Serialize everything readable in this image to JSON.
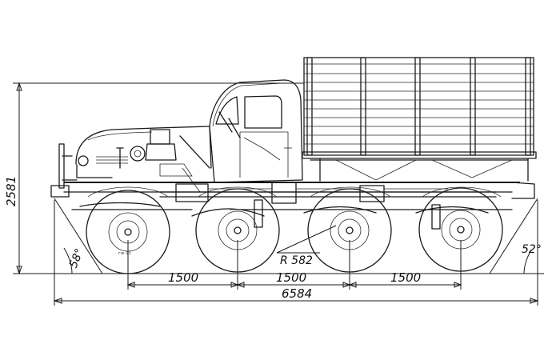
{
  "dimensions": {
    "wheelbase_1": "1500",
    "wheelbase_2": "1500",
    "wheelbase_3": "1500",
    "overall_length": "6584",
    "overall_height": "2581",
    "turn_radius": "R 582",
    "approach_angle": "58°",
    "departure_angle": "52°"
  },
  "stamp": "ᴦж-13"
}
